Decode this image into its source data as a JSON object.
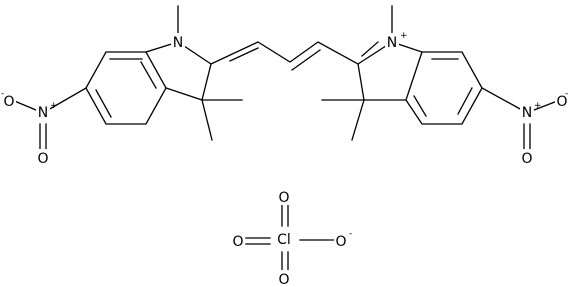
{
  "structure": {
    "atoms": {
      "n_left": "N",
      "n_right": "N",
      "n_right_charge": "+",
      "nitro_left_n": "N",
      "nitro_left_n_charge": "+",
      "nitro_left_o_side": "O",
      "nitro_left_o_side_charge": "-",
      "nitro_left_o_down": "O",
      "nitro_right_n": "N",
      "nitro_right_n_charge": "+",
      "nitro_right_o_side": "O",
      "nitro_right_o_side_charge": "-",
      "nitro_right_o_down": "O",
      "perchlorate_cl": "Cl",
      "perchlorate_o_top": "O",
      "perchlorate_o_left": "O",
      "perchlorate_o_right": "O",
      "perchlorate_o_right_charge": "-",
      "perchlorate_o_bottom": "O"
    }
  }
}
